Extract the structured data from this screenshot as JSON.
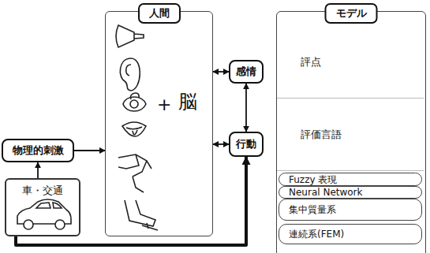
{
  "diagram": {
    "nodes": [
      {
        "text": [
          "人間"
        ]
      },
      {
        "text": [
          "感情"
        ]
      },
      {
        "text": [
          "物理的刺激"
        ]
      },
      {
        "text": [
          "行動"
        ]
      },
      {
        "text": [
          "車・交通"
        ]
      },
      {
        "text": [
          "モデル"
        ]
      },
      {
        "text": [
          "評点"
        ],
        "in": 5
      },
      {
        "text": [
          "評価言語"
        ],
        "in": 5
      },
      {
        "text": [
          "Fuzzy 表現"
        ],
        "in": 5
      },
      {
        "text": [
          "Neural Network"
        ],
        "in": 5
      },
      {
        "text": [
          "集中質量系"
        ],
        "in": 5
      },
      {
        "text": [
          "連続系(FEM)"
        ],
        "in": 5
      }
    ],
    "edges": [
      {
        "from": 2,
        "to": 0,
        "arrow": "to"
      },
      {
        "from": 0,
        "to": 1,
        "arrow": "both"
      },
      {
        "from": 0,
        "to": 3,
        "arrow": "both"
      },
      {
        "from": 1,
        "to": 3,
        "arrow": "both"
      },
      {
        "from": 4,
        "to": 2,
        "arrow": "to"
      },
      {
        "from": 4,
        "to": 3,
        "arrow": "to"
      }
    ],
    "labels": [
      "+",
      "脳"
    ]
  }
}
